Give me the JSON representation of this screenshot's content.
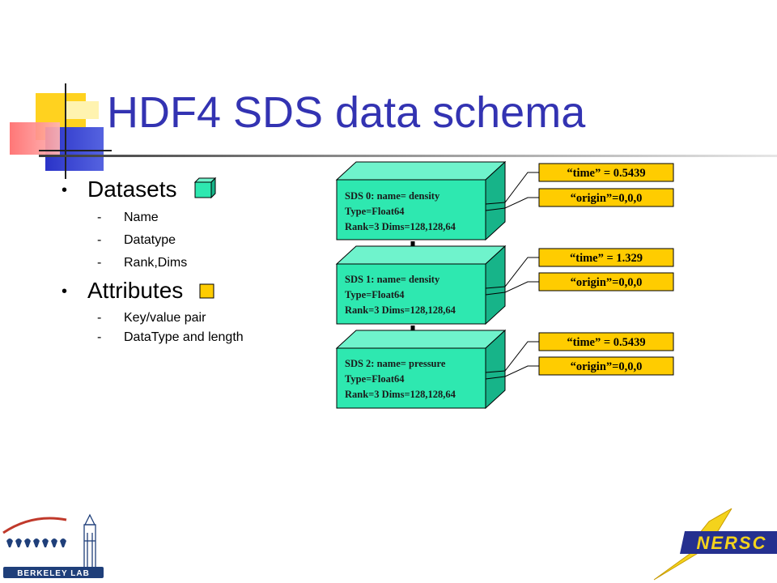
{
  "slide": {
    "title": "HDF4 SDS data schema",
    "bullets": [
      {
        "label": "Datasets",
        "subitems": [
          "Name",
          "Datatype",
          "Rank,Dims"
        ]
      },
      {
        "label": "Attributes",
        "subitems": [
          "Key/value pair",
          "DataType and length"
        ]
      }
    ]
  },
  "diagram": {
    "datasets": [
      {
        "line1": "SDS 0:   name= density",
        "line2": "Type=Float64",
        "line3": "Rank=3 Dims=128,128,64",
        "attributes": [
          "“time” = 0.5439",
          "“origin”=0,0,0"
        ]
      },
      {
        "line1": "SDS 1:   name= density",
        "line2": "Type=Float64",
        "line3": "Rank=3 Dims=128,128,64",
        "attributes": [
          "“time” = 1.329",
          "“origin”=0,0,0"
        ]
      },
      {
        "line1": "SDS 2:   name= pressure",
        "line2": "Type=Float64",
        "line3": "Rank=3 Dims=128,128,64",
        "attributes": [
          "“time” = 0.5439",
          "“origin”=0,0,0"
        ]
      }
    ],
    "colors": {
      "cube_front": "#2ee8b0",
      "cube_top": "#6ff3cc",
      "cube_side": "#17b489",
      "attribute_box": "#ffcc00",
      "title": "#3333b2"
    }
  },
  "logos": {
    "left": {
      "name": "berkeley-lab-logo",
      "text": "BERKELEY LAB"
    },
    "right": {
      "name": "nersc-logo",
      "text": "NERSC"
    }
  }
}
